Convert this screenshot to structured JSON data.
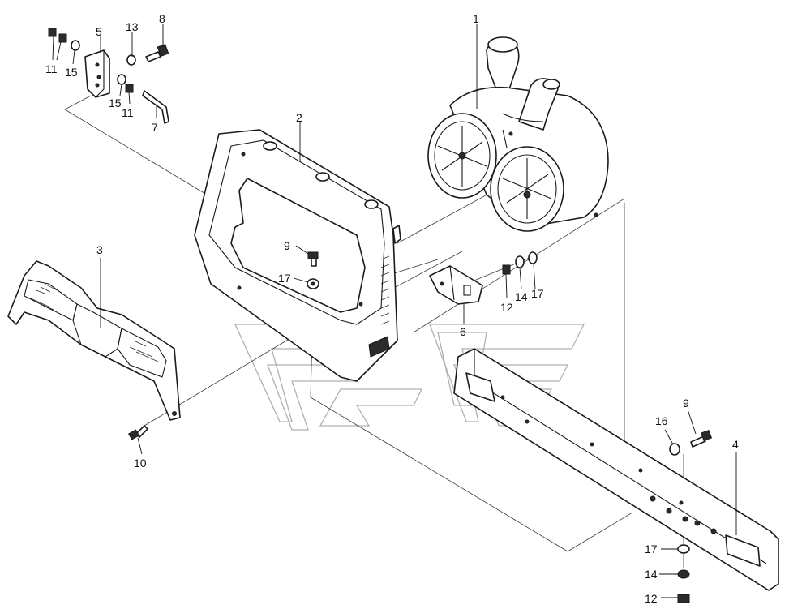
{
  "callouts": [
    {
      "id": "c1",
      "text": "1"
    },
    {
      "id": "c2",
      "text": "2"
    },
    {
      "id": "c3",
      "text": "3"
    },
    {
      "id": "c4",
      "text": "4"
    },
    {
      "id": "c5",
      "text": "5"
    },
    {
      "id": "c6",
      "text": "6"
    },
    {
      "id": "c7",
      "text": "7"
    },
    {
      "id": "c8",
      "text": "8"
    },
    {
      "id": "c9a",
      "text": "9"
    },
    {
      "id": "c9b",
      "text": "9"
    },
    {
      "id": "c10",
      "text": "10"
    },
    {
      "id": "c11a",
      "text": "11"
    },
    {
      "id": "c11b",
      "text": "11"
    },
    {
      "id": "c12a",
      "text": "12"
    },
    {
      "id": "c12b",
      "text": "12"
    },
    {
      "id": "c13",
      "text": "13"
    },
    {
      "id": "c14a",
      "text": "14"
    },
    {
      "id": "c14b",
      "text": "14"
    },
    {
      "id": "c15a",
      "text": "15"
    },
    {
      "id": "c15b",
      "text": "15"
    },
    {
      "id": "c16",
      "text": "16"
    },
    {
      "id": "c17a",
      "text": "17"
    },
    {
      "id": "c17b",
      "text": "17"
    },
    {
      "id": "c17c",
      "text": "17"
    }
  ]
}
